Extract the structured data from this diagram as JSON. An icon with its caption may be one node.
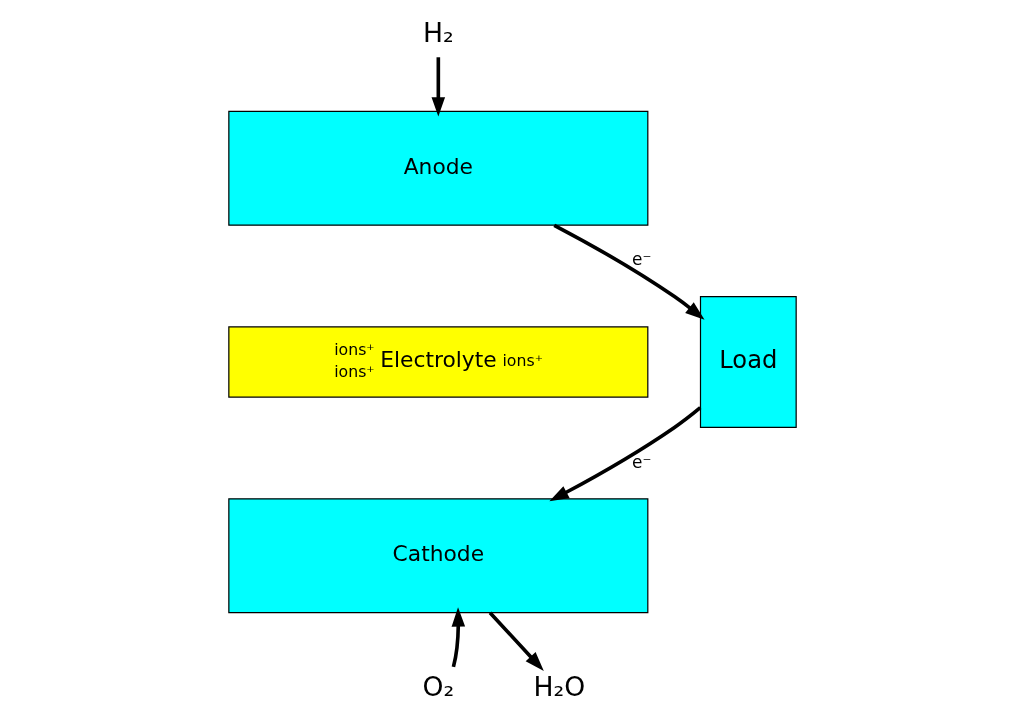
{
  "diagram": {
    "nodes": [
      {
        "text": [
          "H₂"
        ]
      },
      {
        "text": [
          "Anode"
        ]
      },
      {
        "text": [
          "ions⁺",
          "Electrolyte",
          "ions⁺",
          "ions⁺"
        ]
      },
      {
        "text": [
          "Cathode"
        ]
      },
      {
        "text": [
          "Load"
        ]
      },
      {
        "text": [
          "O₂"
        ]
      },
      {
        "text": [
          "H₂O"
        ]
      }
    ],
    "edges": [
      {
        "from": 0,
        "to": 1,
        "arrow": "to"
      },
      {
        "from": 1,
        "to": 4,
        "arrow": "to",
        "label": "e⁻"
      },
      {
        "from": 4,
        "to": 3,
        "arrow": "to",
        "label": "e⁻"
      },
      {
        "from": 5,
        "to": 3,
        "arrow": "to"
      },
      {
        "from": 3,
        "to": 6,
        "arrow": "to"
      }
    ]
  }
}
